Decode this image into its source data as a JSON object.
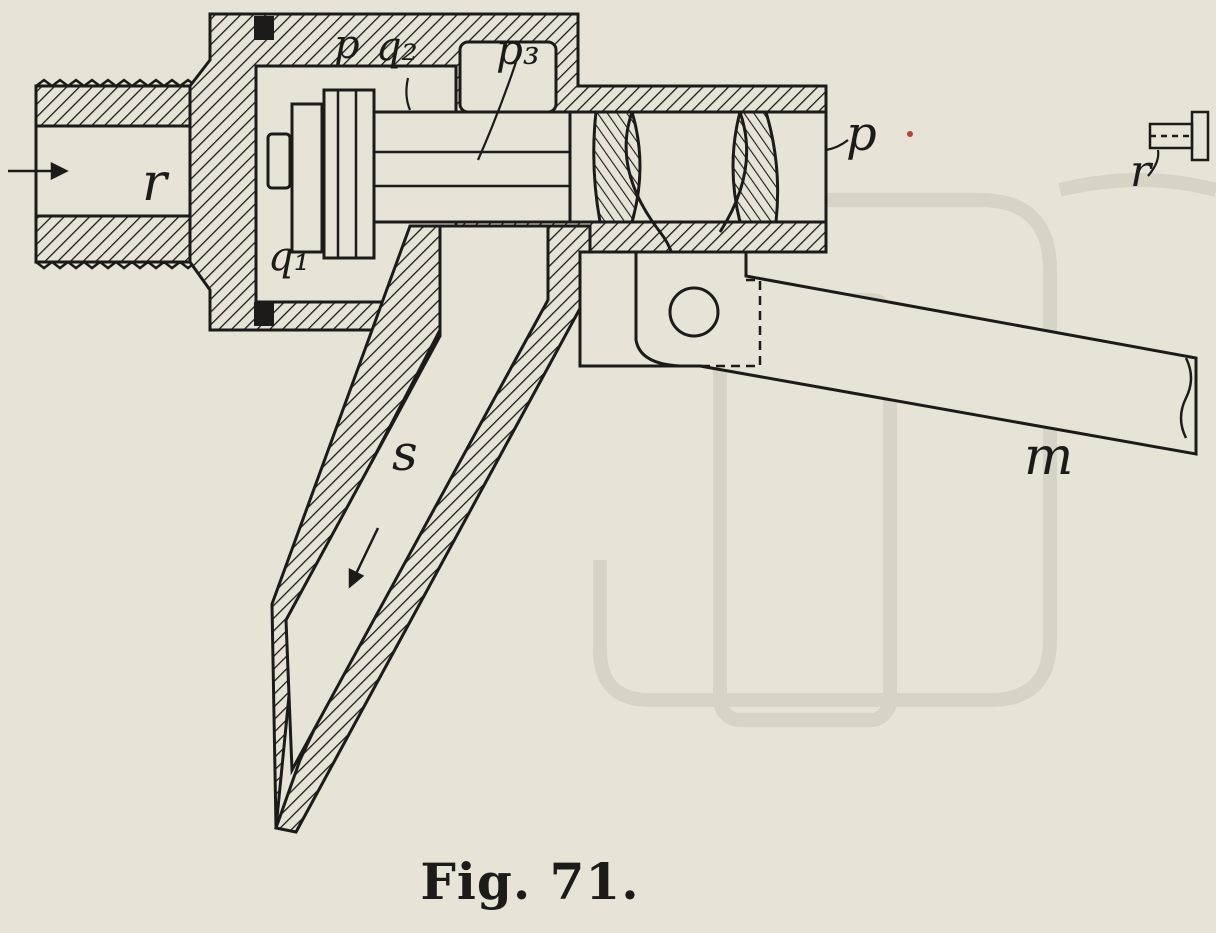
{
  "figure": {
    "caption": "Fig. 71.",
    "labels": {
      "inlet": "r",
      "outlet": "s",
      "lever": "m",
      "p_top": "p",
      "q2": "q₂",
      "p3": "p₃",
      "q1": "q₁",
      "p_right": "p",
      "r_right": "r"
    },
    "colors": {
      "ink": "#1c1b19",
      "paper": "#e7e3d6",
      "ghost": "#c8c4b8"
    }
  }
}
